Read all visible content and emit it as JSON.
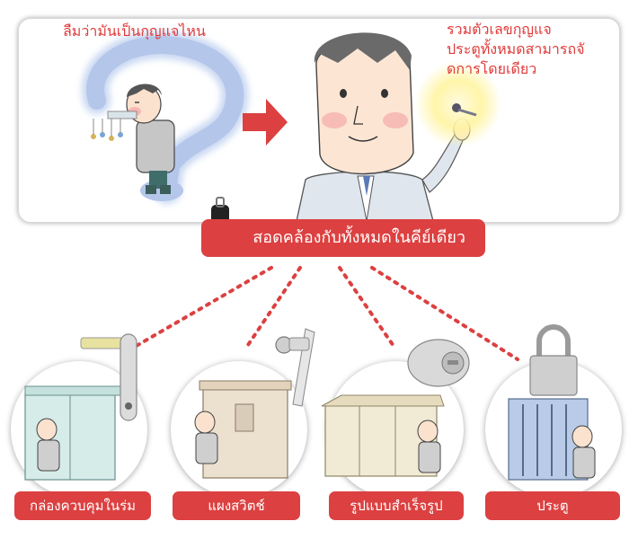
{
  "panel": {
    "forgot_caption": "ลืมว่ามันเป็นกุญแจไหน",
    "unify_caption_lines": [
      "รวมตัวเลขกุญแจ",
      "ประตูทั้งหมดสามารถจั",
      "ดการโดยเดียว"
    ]
  },
  "banner": {
    "label": "สอดคล้องกับทั้งหมดในคีย์เดียว"
  },
  "categories": [
    {
      "label": "กล่องควบคุมในร่ม"
    },
    {
      "label": "แผงสวิตช์"
    },
    {
      "label": "รูปแบบสำเร็จรูป"
    },
    {
      "label": "ประตู"
    }
  ],
  "colors": {
    "accent_red": "#dc4040",
    "caption_red": "#e03a3a",
    "question_blue": "#9db4e0",
    "cabinet_teal": "#d6ece9",
    "switchboard_beige": "#ece0cf",
    "prefab_cream": "#f1ead4",
    "gate_blue": "#b9cbe6"
  },
  "icons": [
    "question-mark-icon",
    "arrow-right-icon",
    "key-icon",
    "handle-lock-icon",
    "knob-lock-icon",
    "padlock-icon"
  ]
}
